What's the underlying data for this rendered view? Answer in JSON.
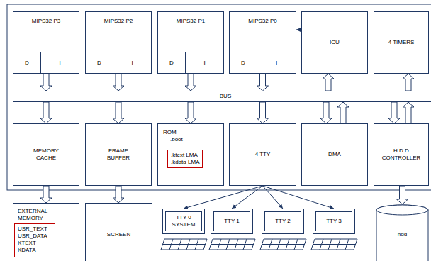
{
  "diagram": {
    "nodes": [
      {
        "text": [
          "MIPS32 P3"
        ]
      },
      {
        "text": [
          "D"
        ],
        "in": 0
      },
      {
        "text": [
          "I"
        ],
        "in": 0
      },
      {
        "text": [
          "MIPS32 P2"
        ]
      },
      {
        "text": [
          "D"
        ],
        "in": 3
      },
      {
        "text": [
          "I"
        ],
        "in": 3
      },
      {
        "text": [
          "MIPS32 P1"
        ]
      },
      {
        "text": [
          "D"
        ],
        "in": 6
      },
      {
        "text": [
          "I"
        ],
        "in": 6
      },
      {
        "text": [
          "MIPS32 P0"
        ]
      },
      {
        "text": [
          "D"
        ],
        "in": 9
      },
      {
        "text": [
          "I"
        ],
        "in": 9
      },
      {
        "text": [
          "ICU"
        ]
      },
      {
        "text": [
          "4 TIMERS"
        ]
      },
      {
        "text": [
          "BUS"
        ]
      },
      {
        "text": [
          "MEMORY CACHE"
        ]
      },
      {
        "text": [
          "FRAME BUFFER"
        ]
      },
      {
        "text": [
          "ROM",
          ".boot"
        ]
      },
      {
        "text": [
          ".ktext LMA",
          ".kdata LMA"
        ],
        "in": 17
      },
      {
        "text": [
          "4 TTY"
        ]
      },
      {
        "text": [
          "DMA"
        ]
      },
      {
        "text": [
          "H.D.D CONTROLLER"
        ]
      },
      {
        "text": [
          "EXTERNAL MEMORY"
        ]
      },
      {
        "text": [
          "USR_TEXT",
          "USR_DATA",
          "KTEXT",
          "KDATA"
        ],
        "in": 22
      },
      {
        "text": [
          "SCREEN"
        ]
      },
      {
        "text": [
          "TTY 0 SYSTEM"
        ]
      },
      {
        "text": [
          "TTY 1"
        ]
      },
      {
        "text": [
          "TTY 2"
        ]
      },
      {
        "text": [
          "TTY 3"
        ]
      },
      {
        "text": [
          "hdd"
        ]
      }
    ],
    "edges": [
      {
        "from": 0,
        "to": 14,
        "arrow": "to"
      },
      {
        "from": 3,
        "to": 14,
        "arrow": "to"
      },
      {
        "from": 6,
        "to": 14,
        "arrow": "to"
      },
      {
        "from": 9,
        "to": 14,
        "arrow": "to"
      },
      {
        "from": 14,
        "to": 12,
        "arrow": "to"
      },
      {
        "from": 12,
        "to": 9,
        "arrow": "to"
      },
      {
        "from": 14,
        "to": 13,
        "arrow": "to"
      },
      {
        "from": 14,
        "to": 15,
        "arrow": "to"
      },
      {
        "from": 14,
        "to": 16,
        "arrow": "to"
      },
      {
        "from": 14,
        "to": 17,
        "arrow": "to"
      },
      {
        "from": 14,
        "to": 19,
        "arrow": "to"
      },
      {
        "from": 14,
        "to": 20,
        "arrow": "to"
      },
      {
        "from": 20,
        "to": 14,
        "arrow": "to"
      },
      {
        "from": 14,
        "to": 21,
        "arrow": "to"
      },
      {
        "from": 21,
        "to": 14,
        "arrow": "to"
      },
      {
        "from": 15,
        "to": 22,
        "arrow": "to"
      },
      {
        "from": 16,
        "to": 24,
        "arrow": "to"
      },
      {
        "from": 21,
        "to": 29,
        "arrow": "to"
      },
      {
        "from": 19,
        "to": 25,
        "arrow": "to"
      },
      {
        "from": 19,
        "to": 26,
        "arrow": "to"
      },
      {
        "from": 19,
        "to": 27,
        "arrow": "to"
      },
      {
        "from": 19,
        "to": 28,
        "arrow": "to"
      }
    ]
  }
}
